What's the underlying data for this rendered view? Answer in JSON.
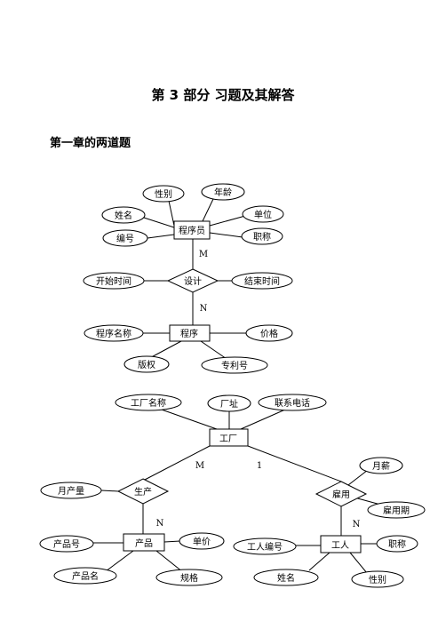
{
  "heading": "第 3 部分  习题及其解答",
  "subheading": "第一章的两道题",
  "diagram1": {
    "entity_programmer": "程序员",
    "attr_gender": "性别",
    "attr_age": "年龄",
    "attr_name": "姓名",
    "attr_unit": "单位",
    "attr_id": "编号",
    "attr_title": "职称",
    "card_m": "M",
    "relation_design": "设计",
    "attr_start_time": "开始时间",
    "attr_end_time": "结束时间",
    "card_n": "N",
    "entity_program": "程序",
    "attr_program_name": "程序名称",
    "attr_price": "价格",
    "attr_copyright": "版权",
    "attr_patent_no": "专利号"
  },
  "diagram2": {
    "attr_factory_name": "工厂名称",
    "attr_address": "厂址",
    "attr_phone": "联系电话",
    "entity_factory": "工厂",
    "card_m": "M",
    "card_1": "1",
    "attr_monthly_salary": "月薪",
    "relation_produce": "生产",
    "attr_monthly_output": "月产量",
    "relation_employ": "雇用",
    "attr_employ_period": "雇用期",
    "card_n_left": "N",
    "card_n_right": "N",
    "attr_product_no": "产品号",
    "entity_product": "产品",
    "attr_unit_price": "单价",
    "attr_worker_no": "工人编号",
    "entity_worker": "工人",
    "attr_worker_title": "职称",
    "attr_product_name": "产品名",
    "attr_spec": "规格",
    "attr_worker_name": "姓名",
    "attr_worker_gender": "性别"
  }
}
